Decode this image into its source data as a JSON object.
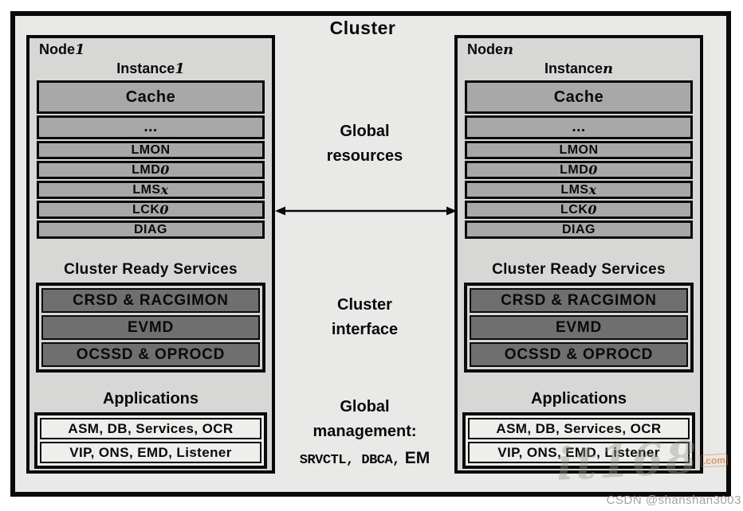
{
  "title": "Cluster",
  "nodes": [
    {
      "name": "Node",
      "name_suffix": "1",
      "instance_name": "Instance",
      "instance_suffix": "1",
      "rows": [
        {
          "text": "Cache",
          "suffix": ""
        },
        {
          "text": "...",
          "suffix": ""
        },
        {
          "text": "LMON",
          "suffix": ""
        },
        {
          "text": "LMD",
          "suffix": "0"
        },
        {
          "text": "LMS",
          "suffix": "x"
        },
        {
          "text": "LCK",
          "suffix": "0"
        },
        {
          "text": "DIAG",
          "suffix": ""
        }
      ],
      "crs_label": "Cluster Ready Services",
      "crs_rows": [
        "CRSD & RACGIMON",
        "EVMD",
        "OCSSD & OPROCD"
      ],
      "apps_label": "Applications",
      "apps_rows": [
        "ASM, DB, Services, OCR",
        "VIP, ONS, EMD, Listener"
      ]
    },
    {
      "name": "Node",
      "name_suffix": "n",
      "instance_name": "Instance",
      "instance_suffix": "n",
      "rows": [
        {
          "text": "Cache",
          "suffix": ""
        },
        {
          "text": "...",
          "suffix": ""
        },
        {
          "text": "LMON",
          "suffix": ""
        },
        {
          "text": "LMD",
          "suffix": "0"
        },
        {
          "text": "LMS",
          "suffix": "x"
        },
        {
          "text": "LCK",
          "suffix": "0"
        },
        {
          "text": "DIAG",
          "suffix": ""
        }
      ],
      "crs_label": "Cluster Ready Services",
      "crs_rows": [
        "CRSD & RACGIMON",
        "EVMD",
        "OCSSD & OPROCD"
      ],
      "apps_label": "Applications",
      "apps_rows": [
        "ASM, DB, Services, OCR",
        "VIP, ONS, EMD, Listener"
      ]
    }
  ],
  "middle": {
    "global_resources_line1": "Global",
    "global_resources_line2": "resources",
    "cluster_interface_line1": "Cluster",
    "cluster_interface_line2": "interface",
    "global_management_line1": "Global",
    "global_management_line2": "management:",
    "tools": "SRVCTL, DBCA,",
    "tools_em": " EM"
  },
  "watermarks": {
    "it168_text": "it168",
    "it168_com": ".com",
    "csdn": "CSDN @shanshan3003"
  },
  "colors": {
    "cluster_bg": "#e9e9e7",
    "node_bg": "#d7d7d5",
    "instance_row_bg": "#a8a8a8",
    "crs_row_bg": "#6f6f6f",
    "apps_row_bg": "#eeeeec",
    "border": "#000000",
    "watermark_orange": "#e07a2e",
    "watermark_gray": "#a3a2a0"
  }
}
